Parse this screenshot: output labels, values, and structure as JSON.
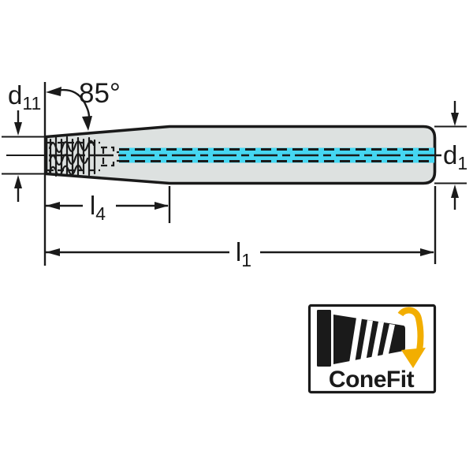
{
  "drawing": {
    "labels": {
      "d11": {
        "base": "d",
        "sub": "11"
      },
      "angle": "85°",
      "d1": {
        "base": "d",
        "sub": "1"
      },
      "l4": {
        "base": "l",
        "sub": "4"
      },
      "l1": {
        "base": "l",
        "sub": "1"
      }
    }
  },
  "logo": {
    "text": "ConeFit"
  },
  "icons": {
    "conefit_tool_icon": "tapered-collet-silhouette",
    "rotate_arrow_icon": "curved-double-bend-down-arrow"
  },
  "colors": {
    "line": "#1a1a1a",
    "body_fill": "#dde1e0",
    "coolant": "#45d6f1",
    "accent_yellow": "#f2ae00"
  }
}
